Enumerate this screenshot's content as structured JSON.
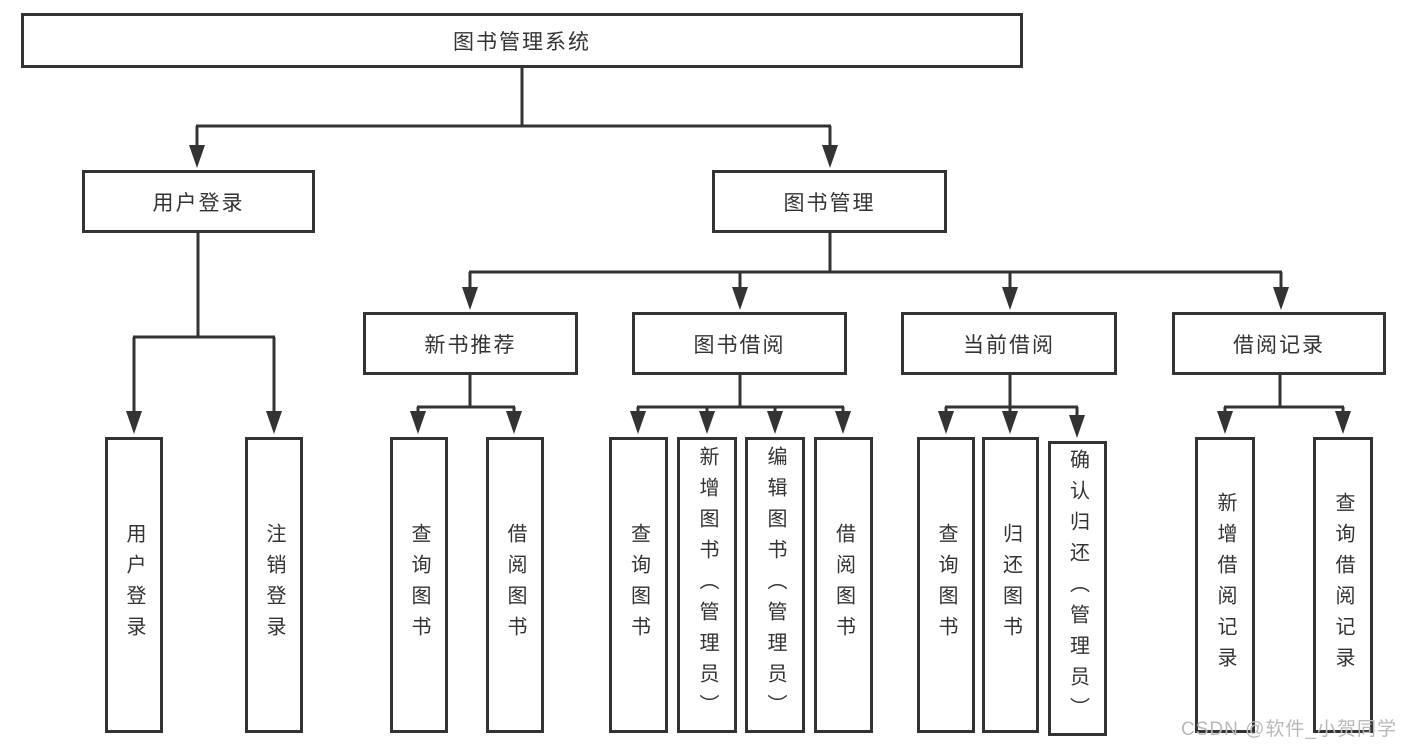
{
  "tree": {
    "root": {
      "label": "图书管理系统"
    },
    "children": [
      {
        "label": "用户登录",
        "children": [
          {
            "label": "用户登录"
          },
          {
            "label": "注销登录"
          }
        ]
      },
      {
        "label": "图书管理",
        "children": [
          {
            "label": "新书推荐",
            "children": [
              {
                "label": "查询图书"
              },
              {
                "label": "借阅图书"
              }
            ]
          },
          {
            "label": "图书借阅",
            "children": [
              {
                "label": "查询图书"
              },
              {
                "label": "新增图书（管理员）"
              },
              {
                "label": "编辑图书（管理员）"
              },
              {
                "label": "借阅图书"
              }
            ]
          },
          {
            "label": "当前借阅",
            "children": [
              {
                "label": "查询图书"
              },
              {
                "label": "归还图书"
              },
              {
                "label": "确认归还（管理员）"
              }
            ]
          },
          {
            "label": "借阅记录",
            "children": [
              {
                "label": "新增借阅记录"
              },
              {
                "label": "查询借阅记录"
              }
            ]
          }
        ]
      }
    ]
  },
  "watermark": {
    "text": "CSDN @软件_小贺同学"
  },
  "colors": {
    "line": "#333333",
    "box_border": "#333333",
    "text": "#333333",
    "watermark": "#b9b9b9",
    "background": "#ffffff"
  }
}
